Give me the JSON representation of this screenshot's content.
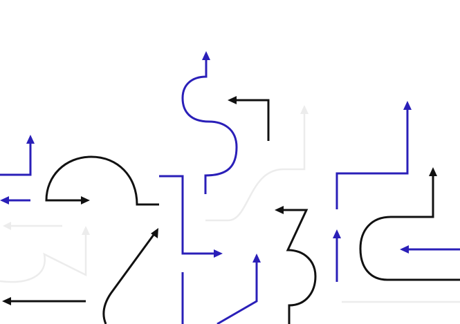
{
  "palette": {
    "background": "#ffffff",
    "blue": "#2a1fb8",
    "black": "#111111",
    "light": "#ececec"
  },
  "arrows": [
    {
      "name": "blue-s-curve-up-arrow",
      "color": "blue",
      "direction": "up"
    },
    {
      "name": "black-elbow-left-arrow",
      "color": "black",
      "direction": "left"
    },
    {
      "name": "light-s-curve-up-arrow",
      "color": "light",
      "direction": "up"
    },
    {
      "name": "blue-left-elbow-up-arrow",
      "color": "blue",
      "direction": "up"
    },
    {
      "name": "blue-short-left-arrow",
      "color": "blue",
      "direction": "left"
    },
    {
      "name": "black-arch-right-arrow",
      "color": "black",
      "direction": "right"
    },
    {
      "name": "light-left-arrow",
      "color": "light",
      "direction": "left"
    },
    {
      "name": "light-bottom-left-up-arrow",
      "color": "light",
      "direction": "up"
    },
    {
      "name": "black-bottom-left-arrow",
      "color": "black",
      "direction": "left"
    },
    {
      "name": "black-diagonal-up-arrow",
      "color": "black",
      "direction": "up-right"
    },
    {
      "name": "blue-step-right-arrow",
      "color": "blue",
      "direction": "right"
    },
    {
      "name": "blue-bottom-up-arrow",
      "color": "blue",
      "direction": "up"
    },
    {
      "name": "black-zigzag-left-arrow",
      "color": "black",
      "direction": "left"
    },
    {
      "name": "blue-short-up-arrow",
      "color": "blue",
      "direction": "up"
    },
    {
      "name": "blue-right-elbow-up-arrow",
      "color": "blue",
      "direction": "up"
    },
    {
      "name": "black-loop-up-arrow",
      "color": "black",
      "direction": "up"
    },
    {
      "name": "blue-right-left-arrow",
      "color": "blue",
      "direction": "left"
    },
    {
      "name": "light-bottom-right-line",
      "color": "light",
      "direction": "none"
    }
  ]
}
